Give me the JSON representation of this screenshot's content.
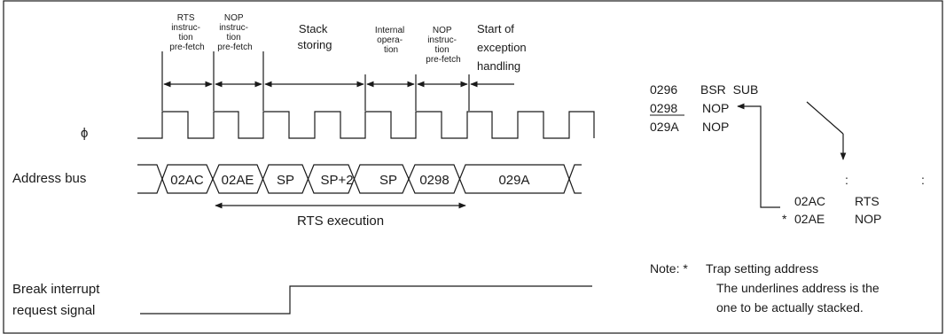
{
  "phases": [
    {
      "id": "rts-prefetch",
      "lines": [
        "RTS",
        "instruc-",
        "tion",
        "pre-fetch"
      ]
    },
    {
      "id": "nop-prefetch-1",
      "lines": [
        "NOP",
        "instruc-",
        "tion",
        "pre-fetch"
      ]
    },
    {
      "id": "stack-storing",
      "lines": [
        "Stack",
        "storing"
      ]
    },
    {
      "id": "internal-operation",
      "lines": [
        "Internal",
        "opera-",
        "tion"
      ]
    },
    {
      "id": "nop-prefetch-2",
      "lines": [
        "NOP",
        "instruc-",
        "tion",
        "pre-fetch"
      ]
    },
    {
      "id": "start-exception",
      "lines": [
        "Start of",
        "exception",
        "handling"
      ]
    }
  ],
  "signals": {
    "phi": "ϕ",
    "address_bus": "Address bus",
    "break_interrupt": [
      "Break interrupt",
      "request signal"
    ]
  },
  "bus_cycles": [
    "02AC",
    "02AE",
    "SP",
    "SP+2",
    "SP",
    "0298",
    "029A"
  ],
  "rts_execution": "RTS execution",
  "code": {
    "top": [
      {
        "addr": "0296",
        "instr": "BSR  SUB",
        "underlined": false
      },
      {
        "addr": "0298",
        "instr": "NOP",
        "underlined": true
      },
      {
        "addr": "029A",
        "instr": "NOP",
        "underlined": false
      }
    ],
    "dots": [
      ":",
      ":"
    ],
    "bottom": [
      {
        "marker": "",
        "addr": "02AC",
        "instr": "RTS"
      },
      {
        "marker": "*",
        "addr": "02AE",
        "instr": "NOP"
      }
    ]
  },
  "note": {
    "prefix": "Note: *",
    "lines": [
      "Trap setting address",
      "The underlines address is the",
      "one to be actually stacked."
    ]
  }
}
